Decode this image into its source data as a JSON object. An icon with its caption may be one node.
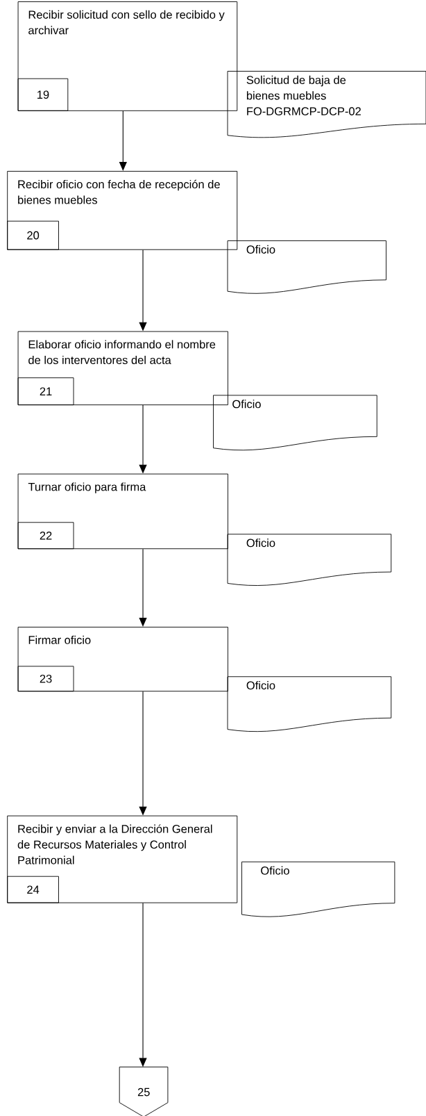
{
  "diagram": {
    "nodes": [
      {
        "text": [
          "Recibir solicitud con sello de recibido y archivar"
        ]
      },
      {
        "text": [
          "19"
        ],
        "in": 0
      },
      {
        "text": [
          "Solicitud de baja de bienes muebles FO-DGRMCP-DCP-02"
        ]
      },
      {
        "text": [
          "Recibir oficio con fecha de recepción de bienes muebles"
        ]
      },
      {
        "text": [
          "20"
        ],
        "in": 3
      },
      {
        "text": [
          "Oficio"
        ]
      },
      {
        "text": [
          "Elaborar oficio informando el nombre de los interventores del acta"
        ]
      },
      {
        "text": [
          "21"
        ],
        "in": 6
      },
      {
        "text": [
          "Oficio"
        ]
      },
      {
        "text": [
          "Turnar oficio para firma"
        ]
      },
      {
        "text": [
          "22"
        ],
        "in": 9
      },
      {
        "text": [
          "Oficio"
        ]
      },
      {
        "text": [
          "Firmar oficio"
        ]
      },
      {
        "text": [
          "23"
        ],
        "in": 12
      },
      {
        "text": [
          "Oficio"
        ]
      },
      {
        "text": [
          "Recibir y enviar a la Dirección General de Recursos Materiales y Control Patrimonial"
        ]
      },
      {
        "text": [
          "24"
        ],
        "in": 15
      },
      {
        "text": [
          "Oficio"
        ]
      },
      {
        "text": [
          "25"
        ]
      }
    ],
    "edges": [
      {
        "from": 0,
        "to": 3,
        "arrow": "to"
      },
      {
        "from": 3,
        "to": 6,
        "arrow": "to"
      },
      {
        "from": 6,
        "to": 9,
        "arrow": "to"
      },
      {
        "from": 9,
        "to": 12,
        "arrow": "to"
      },
      {
        "from": 12,
        "to": 15,
        "arrow": "to"
      },
      {
        "from": 15,
        "to": 18,
        "arrow": "to"
      }
    ]
  }
}
